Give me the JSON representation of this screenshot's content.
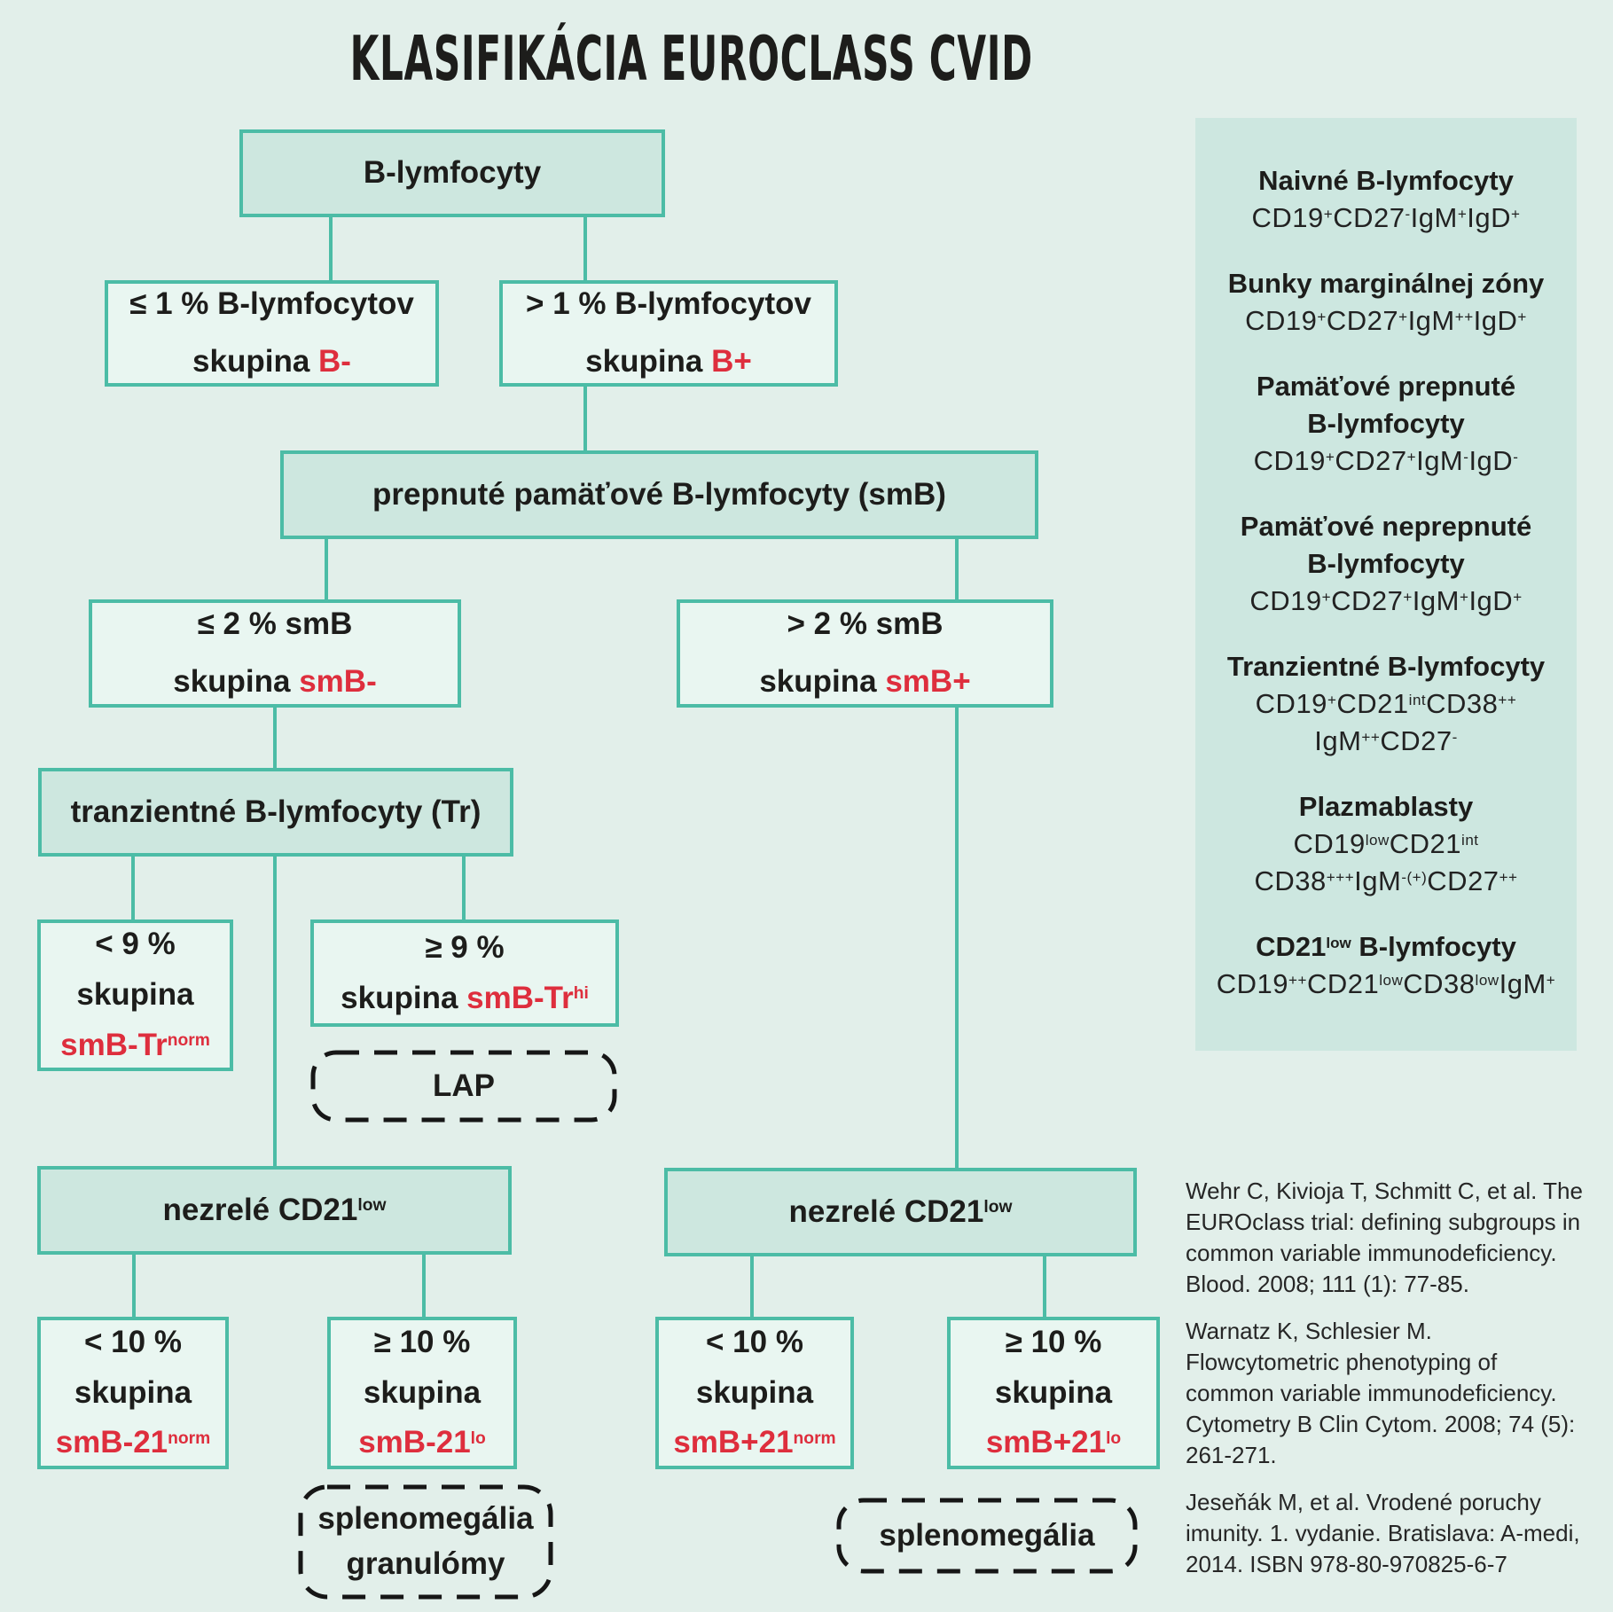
{
  "title": "KLASIFIKÁCIA EUROCLASS CVID",
  "colors": {
    "background": "#e2efea",
    "panel": "#cde7e0",
    "box_fill": "#cde7df",
    "box_outline_fill": "#e9f6f1",
    "teal_border": "#4cbca6",
    "red_accent": "#de2e3d",
    "text": "#1d1d1b"
  },
  "flowchart": {
    "nodes": {
      "root": {
        "lines": [
          [
            {
              "t": "B-lymfocyty"
            }
          ]
        ]
      },
      "b_minus": {
        "lines": [
          [
            {
              "t": "≤ 1 % B-lymfocytov"
            }
          ],
          [
            {
              "t": "skupina "
            },
            {
              "t": "B-",
              "red": true
            }
          ]
        ]
      },
      "b_plus": {
        "lines": [
          [
            {
              "t": "> 1 % B-lymfocytov"
            }
          ],
          [
            {
              "t": "skupina "
            },
            {
              "t": "B+",
              "red": true
            }
          ]
        ]
      },
      "smb": {
        "lines": [
          [
            {
              "t": "prepnuté pamäťové B-lymfocyty (smB)"
            }
          ]
        ]
      },
      "smb_minus": {
        "lines": [
          [
            {
              "t": "≤ 2 % smB"
            }
          ],
          [
            {
              "t": "skupina "
            },
            {
              "t": "smB-",
              "red": true
            }
          ]
        ]
      },
      "smb_plus": {
        "lines": [
          [
            {
              "t": "> 2 % smB"
            }
          ],
          [
            {
              "t": "skupina "
            },
            {
              "t": "smB+",
              "red": true
            }
          ]
        ]
      },
      "tr": {
        "lines": [
          [
            {
              "t": "tranzientné B-lymfocyty (Tr)"
            }
          ]
        ]
      },
      "tr_norm": {
        "lines": [
          [
            {
              "t": "< 9 %"
            }
          ],
          [
            {
              "t": "skupina"
            }
          ],
          [
            {
              "t": "smB-Tr",
              "red": true
            },
            {
              "t": "norm",
              "sup": true,
              "red": true
            }
          ]
        ]
      },
      "tr_hi": {
        "lines": [
          [
            {
              "t": "≥ 9 %"
            }
          ],
          [
            {
              "t": "skupina "
            },
            {
              "t": "smB-Tr",
              "red": true
            },
            {
              "t": "hi",
              "sup": true,
              "red": true
            }
          ]
        ]
      },
      "lap": {
        "lines": [
          [
            {
              "t": "LAP"
            }
          ]
        ]
      },
      "cd21_left": {
        "lines": [
          [
            {
              "t": "nezrelé CD21"
            },
            {
              "t": "low",
              "sup": true
            }
          ]
        ]
      },
      "smb_minus_21norm": {
        "lines": [
          [
            {
              "t": "< 10 %"
            }
          ],
          [
            {
              "t": "skupina"
            }
          ],
          [
            {
              "t": "smB-21",
              "red": true
            },
            {
              "t": "norm",
              "sup": true,
              "red": true
            }
          ]
        ]
      },
      "smb_minus_21lo": {
        "lines": [
          [
            {
              "t": "≥ 10 %"
            }
          ],
          [
            {
              "t": "skupina"
            }
          ],
          [
            {
              "t": "smB-21",
              "red": true
            },
            {
              "t": "lo",
              "sup": true,
              "red": true
            }
          ]
        ]
      },
      "spleno_gran": {
        "lines": [
          [
            {
              "t": "splenomegália"
            }
          ],
          [
            {
              "t": "granulómy"
            }
          ]
        ]
      },
      "cd21_right": {
        "lines": [
          [
            {
              "t": "nezrelé CD21"
            },
            {
              "t": "low",
              "sup": true
            }
          ]
        ]
      },
      "smb_plus_21norm": {
        "lines": [
          [
            {
              "t": "< 10 %"
            }
          ],
          [
            {
              "t": "skupina"
            }
          ],
          [
            {
              "t": "smB+21",
              "red": true
            },
            {
              "t": "norm",
              "sup": true,
              "red": true
            }
          ]
        ]
      },
      "smb_plus_21lo": {
        "lines": [
          [
            {
              "t": "≥ 10 %"
            }
          ],
          [
            {
              "t": "skupina"
            }
          ],
          [
            {
              "t": "smB+21",
              "red": true
            },
            {
              "t": "lo",
              "sup": true,
              "red": true
            }
          ]
        ]
      },
      "spleno": {
        "lines": [
          [
            {
              "t": "splenomegália"
            }
          ]
        ]
      }
    }
  },
  "legend": {
    "items": [
      {
        "name": [
          [
            {
              "t": "Naivné B-lymfocyty"
            }
          ]
        ],
        "pheno": [
          [
            {
              "t": "CD19"
            },
            {
              "t": "+",
              "sup": true
            },
            {
              "t": "CD27"
            },
            {
              "t": "-",
              "sup": true
            },
            {
              "t": "IgM"
            },
            {
              "t": "+",
              "sup": true
            },
            {
              "t": "IgD"
            },
            {
              "t": "+",
              "sup": true
            }
          ]
        ]
      },
      {
        "name": [
          [
            {
              "t": "Bunky marginálnej zóny"
            }
          ]
        ],
        "pheno": [
          [
            {
              "t": "CD19"
            },
            {
              "t": "+",
              "sup": true
            },
            {
              "t": "CD27"
            },
            {
              "t": "+",
              "sup": true
            },
            {
              "t": "IgM"
            },
            {
              "t": "++",
              "sup": true
            },
            {
              "t": "IgD"
            },
            {
              "t": "+",
              "sup": true
            }
          ]
        ]
      },
      {
        "name": [
          [
            {
              "t": "Pamäťové prepnuté"
            }
          ],
          [
            {
              "t": "B-lymfocyty"
            }
          ]
        ],
        "pheno": [
          [
            {
              "t": "CD19"
            },
            {
              "t": "+",
              "sup": true
            },
            {
              "t": "CD27"
            },
            {
              "t": "+",
              "sup": true
            },
            {
              "t": "IgM"
            },
            {
              "t": "-",
              "sup": true
            },
            {
              "t": "IgD"
            },
            {
              "t": "-",
              "sup": true
            }
          ]
        ]
      },
      {
        "name": [
          [
            {
              "t": "Pamäťové neprepnuté"
            }
          ],
          [
            {
              "t": "B-lymfocyty"
            }
          ]
        ],
        "pheno": [
          [
            {
              "t": "CD19"
            },
            {
              "t": "+",
              "sup": true
            },
            {
              "t": "CD27"
            },
            {
              "t": "+",
              "sup": true
            },
            {
              "t": "IgM"
            },
            {
              "t": "+",
              "sup": true
            },
            {
              "t": "IgD"
            },
            {
              "t": "+",
              "sup": true
            }
          ]
        ]
      },
      {
        "name": [
          [
            {
              "t": "Tranzientné B-lymfocyty"
            }
          ]
        ],
        "pheno": [
          [
            {
              "t": "CD19"
            },
            {
              "t": "+",
              "sup": true
            },
            {
              "t": "CD21"
            },
            {
              "t": "int",
              "sup": true
            },
            {
              "t": "CD38"
            },
            {
              "t": "++",
              "sup": true
            }
          ],
          [
            {
              "t": "IgM"
            },
            {
              "t": "++",
              "sup": true
            },
            {
              "t": "CD27"
            },
            {
              "t": "-",
              "sup": true
            }
          ]
        ]
      },
      {
        "name": [
          [
            {
              "t": "Plazmablasty"
            }
          ]
        ],
        "pheno": [
          [
            {
              "t": "CD19"
            },
            {
              "t": "low",
              "sup": true
            },
            {
              "t": "CD21"
            },
            {
              "t": "int",
              "sup": true
            }
          ],
          [
            {
              "t": "CD38"
            },
            {
              "t": "+++",
              "sup": true
            },
            {
              "t": "IgM"
            },
            {
              "t": "-(+)",
              "sup": true
            },
            {
              "t": "CD27"
            },
            {
              "t": "++",
              "sup": true
            }
          ]
        ]
      },
      {
        "name": [
          [
            {
              "t": "CD21"
            },
            {
              "t": "low",
              "sup": true
            },
            {
              "t": " B-lymfocyty"
            }
          ]
        ],
        "pheno": [
          [
            {
              "t": "CD19"
            },
            {
              "t": "++",
              "sup": true
            },
            {
              "t": "CD21"
            },
            {
              "t": "low",
              "sup": true
            },
            {
              "t": "CD38"
            },
            {
              "t": "low",
              "sup": true
            },
            {
              "t": "IgM"
            },
            {
              "t": "+",
              "sup": true
            }
          ]
        ]
      }
    ]
  },
  "references": [
    "Wehr C, Kivioja T, Schmitt C, et al. The EUROclass trial: defining subgroups in common variable immunodeficiency. Blood. 2008; 111 (1): 77-85.",
    "Warnatz K, Schlesier M. Flowcytometric phenotyping of common variable immunodeficiency. Cytometry B Clin Cytom. 2008; 74 (5): 261-271.",
    "Jeseňák M, et al. Vrodené poruchy imunity. 1. vydanie. Bratislava: A-medi, 2014. ISBN 978-80-970825-6-7"
  ]
}
